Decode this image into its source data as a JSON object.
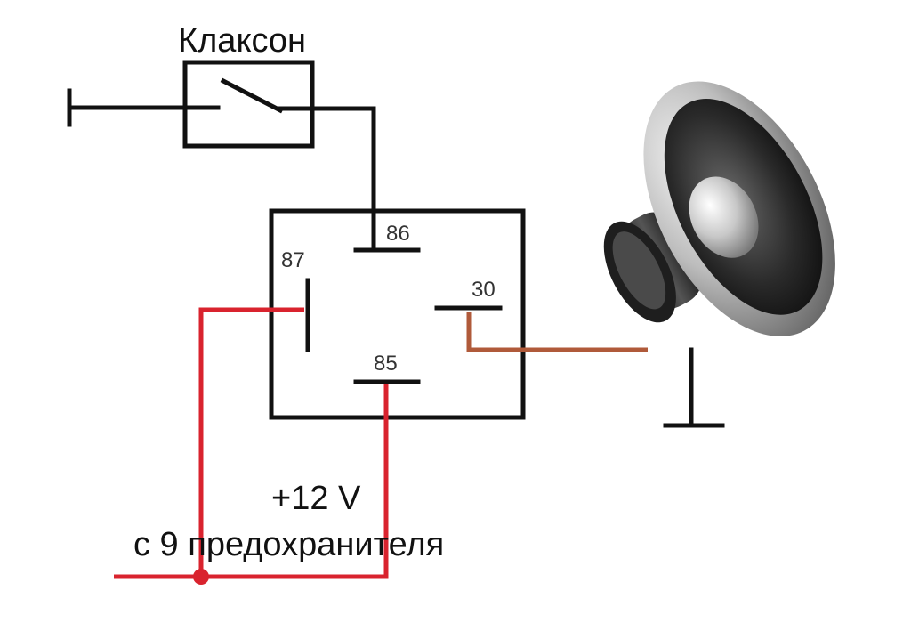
{
  "labels": {
    "horn_switch": "Клаксон",
    "pin_86": "86",
    "pin_87": "87",
    "pin_30": "30",
    "pin_85": "85",
    "supply_voltage": "+12 V",
    "supply_source": "с 9 предохранителя"
  },
  "icons": {
    "ground_left": "ground-icon",
    "ground_right": "ground-icon",
    "speaker": "speaker-icon",
    "junction": "junction-dot-icon"
  },
  "colors": {
    "wire_black": "#111111",
    "wire_red": "#d9232e",
    "wire_brown": "#b05a3a",
    "background": "#ffffff"
  }
}
